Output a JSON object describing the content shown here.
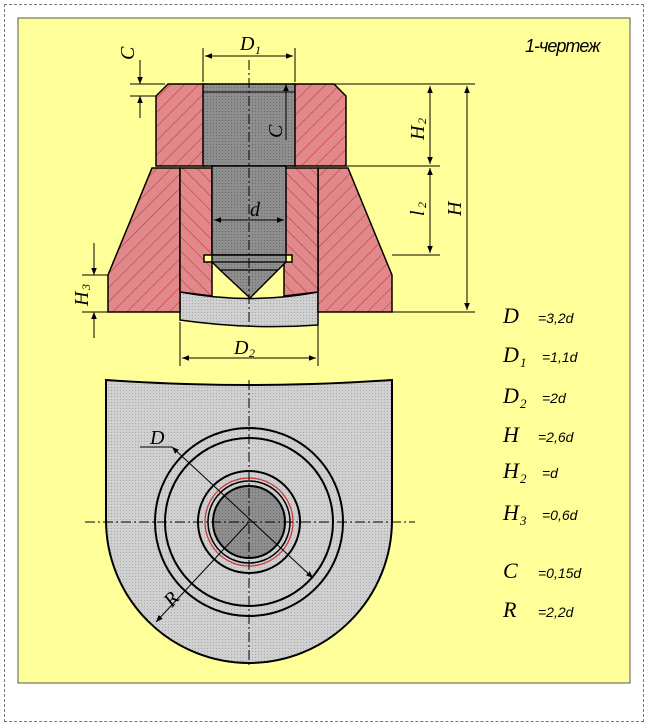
{
  "title": "1-чертеж",
  "labels": {
    "C": "C",
    "D": "D",
    "D1": "D",
    "D1_sub": "1",
    "D2": "D",
    "D2_sub": "2",
    "H": "H",
    "H2": "H",
    "H2_sub": "2",
    "H3": "H",
    "H3_sub": "3",
    "l2": "l",
    "l2_sub": "2",
    "d": "d",
    "R": "R"
  },
  "legend": [
    {
      "sym": "D",
      "sub": "",
      "value": "=3,2d"
    },
    {
      "sym": "D",
      "sub": "1",
      "value": "=1,1d"
    },
    {
      "sym": "D",
      "sub": "2",
      "value": "=2d"
    },
    {
      "sym": "H",
      "sub": "",
      "value": "=2,6d"
    },
    {
      "sym": "H",
      "sub": "2",
      "value": "=d"
    },
    {
      "sym": "H",
      "sub": "3",
      "value": "=0,6d"
    },
    {
      "sym": "C",
      "sub": "",
      "value": "=0,15d"
    },
    {
      "sym": "R",
      "sub": "",
      "value": "=2,2d"
    }
  ],
  "colors": {
    "background": "#ffff99",
    "section": "#e0888a",
    "hatch": "#d03030",
    "body": "#c8c8c8",
    "bolt": "#8c8c8c"
  }
}
